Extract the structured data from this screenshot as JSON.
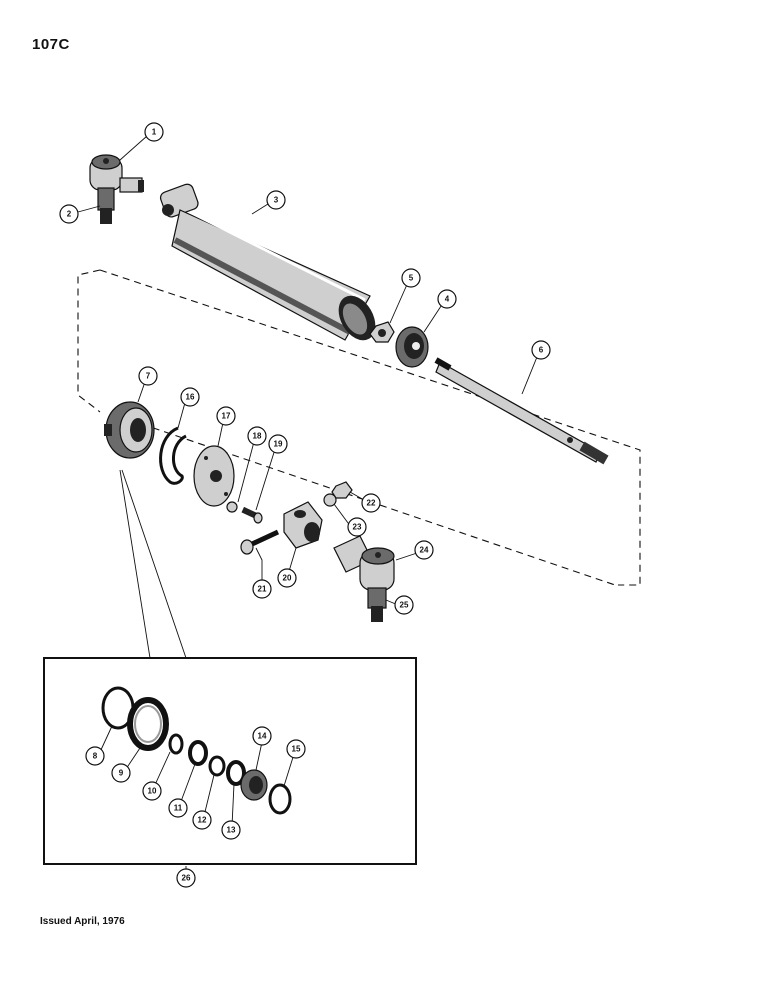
{
  "header": {
    "page_number": "107C"
  },
  "footer": {
    "issued": "Issued April, 1976"
  },
  "callouts": [
    {
      "id": "1",
      "label": "1"
    },
    {
      "id": "2",
      "label": "2"
    },
    {
      "id": "3",
      "label": "3"
    },
    {
      "id": "4",
      "label": "4"
    },
    {
      "id": "5",
      "label": "5"
    },
    {
      "id": "6",
      "label": "6"
    },
    {
      "id": "7",
      "label": "7"
    },
    {
      "id": "8",
      "label": "8"
    },
    {
      "id": "9",
      "label": "9"
    },
    {
      "id": "10",
      "label": "10"
    },
    {
      "id": "11",
      "label": "11"
    },
    {
      "id": "12",
      "label": "12"
    },
    {
      "id": "13",
      "label": "13"
    },
    {
      "id": "14",
      "label": "14"
    },
    {
      "id": "15",
      "label": "15"
    },
    {
      "id": "16",
      "label": "16"
    },
    {
      "id": "17",
      "label": "17"
    },
    {
      "id": "18",
      "label": "18"
    },
    {
      "id": "19",
      "label": "19"
    },
    {
      "id": "20",
      "label": "20"
    },
    {
      "id": "21",
      "label": "21"
    },
    {
      "id": "22",
      "label": "22"
    },
    {
      "id": "23",
      "label": "23"
    },
    {
      "id": "24",
      "label": "24"
    },
    {
      "id": "25",
      "label": "25"
    },
    {
      "id": "26",
      "label": "26"
    }
  ]
}
